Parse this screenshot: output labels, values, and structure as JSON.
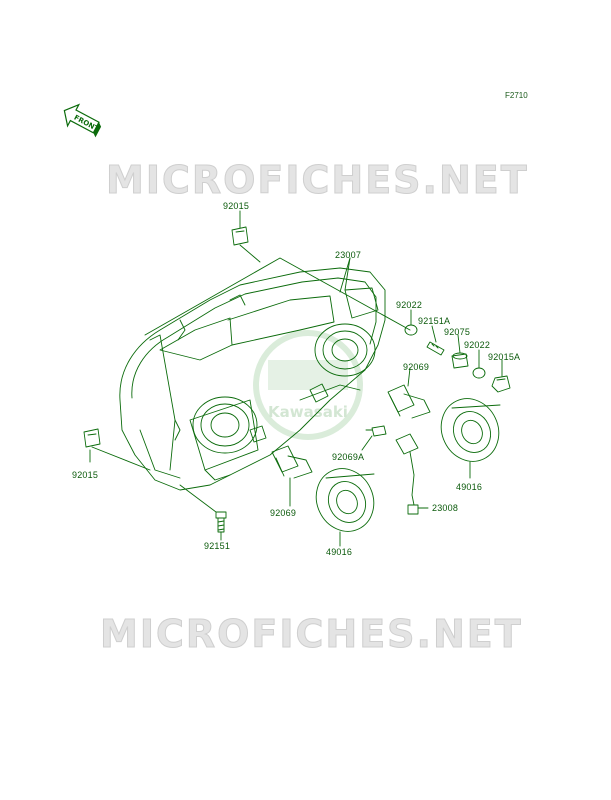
{
  "figure_code": "F2710",
  "watermark_text": "MICROFICHES.NET",
  "brand_text": "Kawasaki",
  "front_arrow_text": "FRONT",
  "colors": {
    "line": "#0b6b0b",
    "text": "#0b5a0b",
    "watermark": "#e4e4e4",
    "logo": "#d7ead7"
  },
  "parts": [
    {
      "id": "p-92015-top",
      "number": "92015"
    },
    {
      "id": "p-23007",
      "number": "23007"
    },
    {
      "id": "p-92022-a",
      "number": "92022"
    },
    {
      "id": "p-92151a",
      "number": "92151A"
    },
    {
      "id": "p-92075",
      "number": "92075"
    },
    {
      "id": "p-92022-b",
      "number": "92022"
    },
    {
      "id": "p-92015a",
      "number": "92015A"
    },
    {
      "id": "p-92069-right",
      "number": "92069"
    },
    {
      "id": "p-92069a",
      "number": "92069A"
    },
    {
      "id": "p-49016-right",
      "number": "49016"
    },
    {
      "id": "p-23008",
      "number": "23008"
    },
    {
      "id": "p-92015-left",
      "number": "92015"
    },
    {
      "id": "p-92069-left",
      "number": "92069"
    },
    {
      "id": "p-92151",
      "number": "92151"
    },
    {
      "id": "p-49016-left",
      "number": "49016"
    }
  ]
}
